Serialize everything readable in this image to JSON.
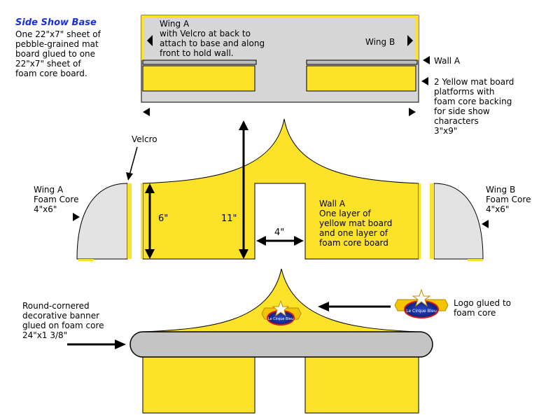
{
  "colors": {
    "yellow": "#fde22a",
    "yellow_stroke": "#d8b90a",
    "gray": "#d6d6d6",
    "wing_gray": "#e3e3e3",
    "black": "#000000",
    "title_blue": "#1a2fd6"
  },
  "base": {
    "title": "Side Show Base",
    "description": "One 22\"x7\" sheet of\npebble-grained mat\nboard glued to one\n22\"x7\" sheet of\nfoam core board.",
    "wing_a_note": "Wing A\nwith Velcro at back to\nattach to base and along\nfront to hold wall.",
    "wing_b_label": "Wing B",
    "wall_a_label": "Wall A",
    "platforms_note": "2 Yellow mat board\nplatforms with\nfoam core backing\nfor side show\ncharacters\n3\"x9\""
  },
  "wall_view": {
    "velcro_label": "Velcro",
    "wing_a_label": "Wing A\nFoam Core\n4\"x6\"",
    "wing_b_label": "Wing B\nFoam Core\n4\"x6\"",
    "wall_a_note": "Wall A\nOne layer of\nyellow mat board\nand one layer of\nfoam core board",
    "dim_6": "6\"",
    "dim_11": "11\"",
    "dim_4": "4\""
  },
  "front_view": {
    "banner_note": "Round-cornered\ndecorative banner\nglued on foam core\n24\"x1 3/8\"",
    "logo_note": "Logo glued to\nfoam core",
    "logo_text": "Le Cirque Bleu"
  }
}
